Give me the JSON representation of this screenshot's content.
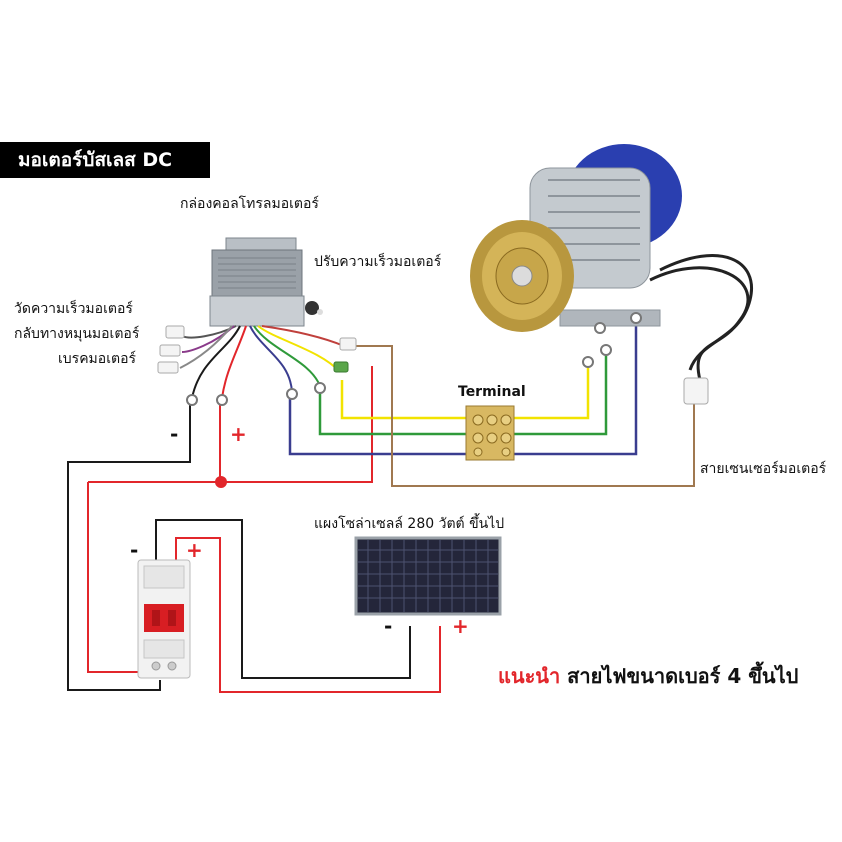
{
  "title": "มอเตอร์บัสเลส DC",
  "labels": {
    "controller_box": "กล่องคอลโทรลมอเตอร์",
    "speed_adjust": "ปรับความเร็วมอเตอร์",
    "speed_measure": "วัดความเร็วมอเตอร์",
    "reverse": "กลับทางหมุนมอเตอร์",
    "brake": "เบรคมอเตอร์",
    "terminal": "Terminal",
    "sensor_cable": "สายเซนเซอร์มอเตอร์",
    "solar_panel": "แผงโซล่าเซลล์ 280 วัตต์ ขึ้นไป"
  },
  "polarity": {
    "neg": "-",
    "pos": "+"
  },
  "recommendation": {
    "highlight": "แนะนำ",
    "text": " สายไฟขนาดเบอร์ 4 ขึ้นไป"
  },
  "colors": {
    "black": "#1a1a1a",
    "red": "#e2262b",
    "yellow": "#f2e300",
    "green": "#2f9a3a",
    "blue": "#3a3d8f",
    "brown": "#a07850",
    "gold": "#c8a35a",
    "motor_blue": "#2a3fb0"
  }
}
